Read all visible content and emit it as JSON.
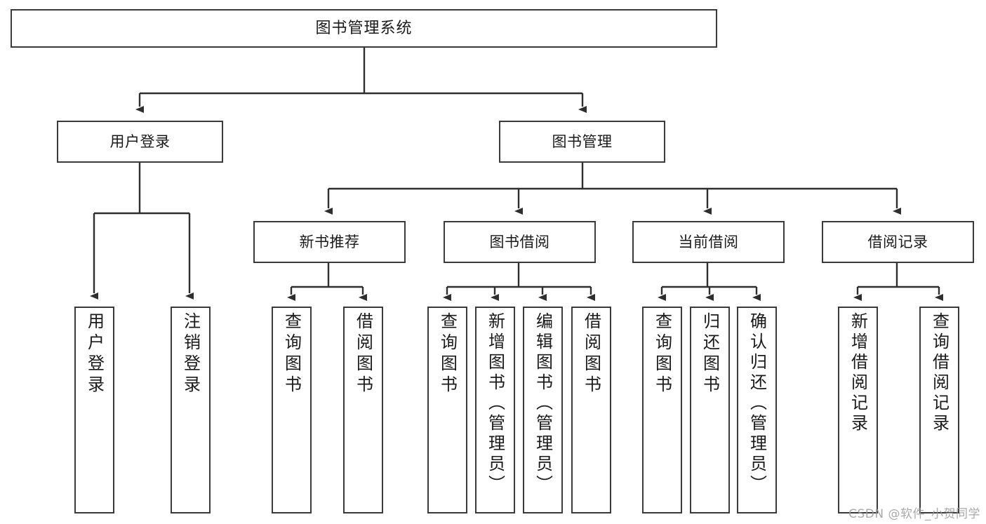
{
  "diagram": {
    "type": "tree",
    "title": "图书管理系统",
    "watermark": "CSDN @软件_小贺同学",
    "colors": {
      "border": "#3a3a3a",
      "background": "#ffffff",
      "text": "#1a1a1a",
      "edge": "#2e2e2e",
      "watermark": "#9b9b9b"
    },
    "root": {
      "id": "root",
      "label": "图书管理系统"
    },
    "level2": [
      {
        "id": "user-login",
        "label": "用户登录"
      },
      {
        "id": "book-manage",
        "label": "图书管理"
      }
    ],
    "level3": [
      {
        "id": "new-book-rec",
        "label": "新书推荐",
        "parent": "book-manage"
      },
      {
        "id": "book-borrow",
        "label": "图书借阅",
        "parent": "book-manage"
      },
      {
        "id": "current-borrow",
        "label": "当前借阅",
        "parent": "book-manage"
      },
      {
        "id": "borrow-record",
        "label": "借阅记录",
        "parent": "book-manage"
      }
    ],
    "leaves": [
      {
        "id": "leaf-user-login",
        "label": "用户登录",
        "parent": "user-login"
      },
      {
        "id": "leaf-logout",
        "label": "注销登录",
        "parent": "user-login"
      },
      {
        "id": "leaf-query-book-1",
        "label": "查询图书",
        "parent": "new-book-rec"
      },
      {
        "id": "leaf-borrow-book-1",
        "label": "借阅图书",
        "parent": "new-book-rec"
      },
      {
        "id": "leaf-query-book-2",
        "label": "查询图书",
        "parent": "book-borrow"
      },
      {
        "id": "leaf-add-book",
        "label": "新增图书（管理员）",
        "parent": "book-borrow"
      },
      {
        "id": "leaf-edit-book",
        "label": "编辑图书（管理员）",
        "parent": "book-borrow"
      },
      {
        "id": "leaf-borrow-book-2",
        "label": "借阅图书",
        "parent": "book-borrow"
      },
      {
        "id": "leaf-query-book-3",
        "label": "查询图书",
        "parent": "current-borrow"
      },
      {
        "id": "leaf-return-book",
        "label": "归还图书",
        "parent": "current-borrow"
      },
      {
        "id": "leaf-confirm-return",
        "label": "确认归还（管理员）",
        "parent": "current-borrow"
      },
      {
        "id": "leaf-add-record",
        "label": "新增借阅记录",
        "parent": "borrow-record"
      },
      {
        "id": "leaf-query-record",
        "label": "查询借阅记录",
        "parent": "borrow-record"
      }
    ]
  }
}
